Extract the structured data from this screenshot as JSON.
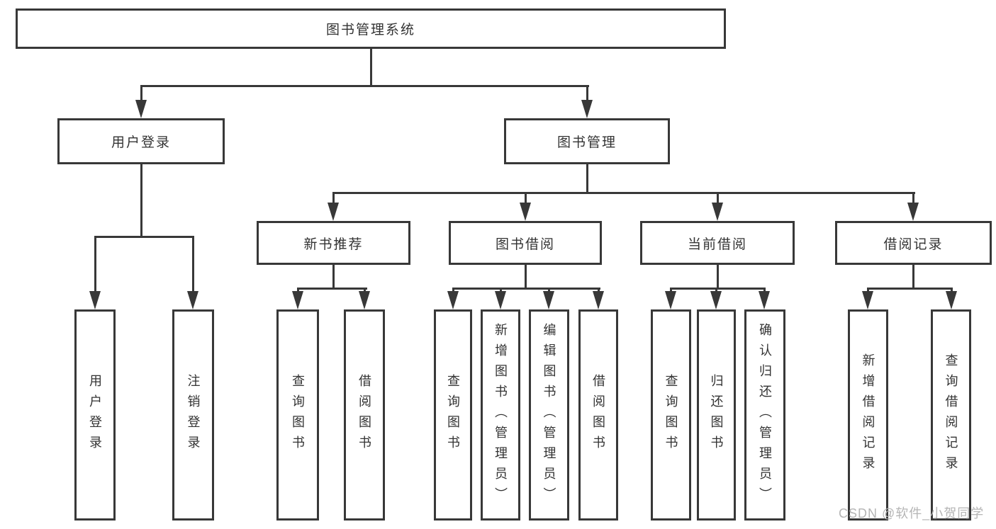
{
  "colors": {
    "line": "#383838",
    "box_border": "#383838",
    "text": "#333333",
    "background": "#ffffff",
    "watermark_text": "#b5b5b5"
  },
  "tree": {
    "root": "图书管理系统",
    "level1": {
      "user_login": "用户登录",
      "book_mgmt": "图书管理"
    },
    "level2": {
      "new_book_rec": "新书推荐",
      "book_borrow": "图书借阅",
      "current_borrow": "当前借阅",
      "borrow_record": "借阅记录"
    },
    "leaves": {
      "user_login_leaf": "用户登录",
      "logout_leaf": "注销登录",
      "nb_query_book": "查询图书",
      "nb_borrow_book": "借阅图书",
      "bb_query_book": "查询图书",
      "bb_add_book_admin": "新增图书（管理员）",
      "bb_edit_book_admin": "编辑图书（管理员）",
      "bb_borrow_book": "借阅图书",
      "cb_query_book": "查询图书",
      "cb_return_book": "归还图书",
      "cb_confirm_return_admin": "确认归还（管理员）",
      "br_add_record": "新增借阅记录",
      "br_query_record": "查询借阅记录"
    }
  },
  "watermark": "CSDN @软件_小贺同学"
}
